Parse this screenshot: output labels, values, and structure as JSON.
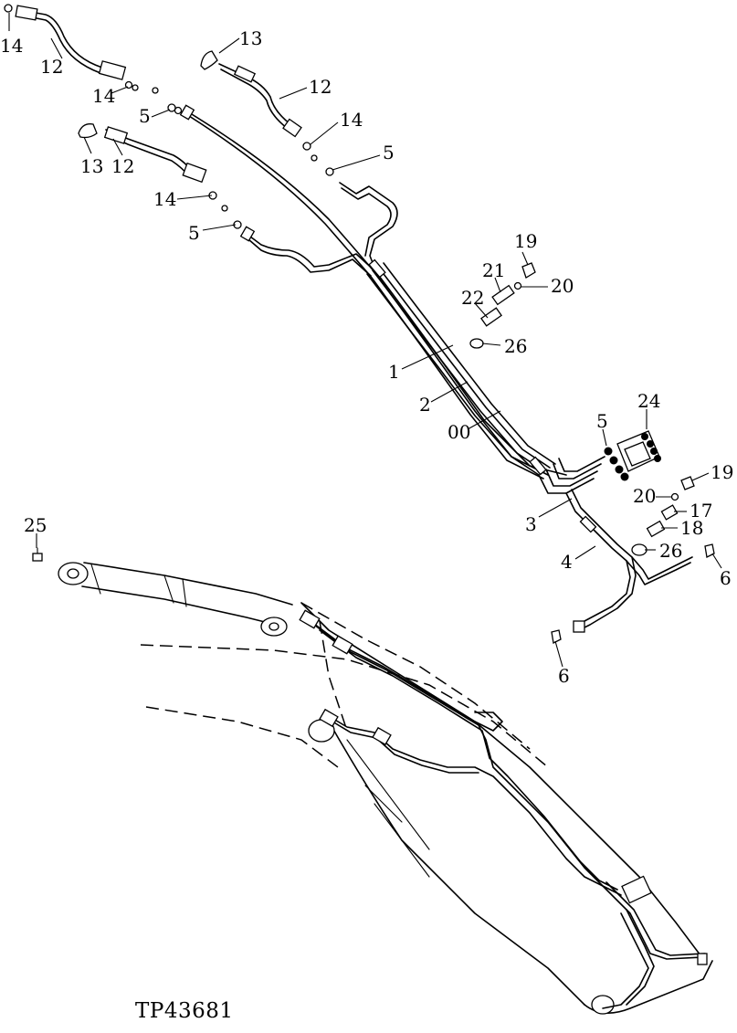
{
  "figure": {
    "id_label": "TP43681",
    "callouts": [
      {
        "text": "14"
      },
      {
        "text": "12"
      },
      {
        "text": "14"
      },
      {
        "text": "5"
      },
      {
        "text": "13"
      },
      {
        "text": "12"
      },
      {
        "text": "13"
      },
      {
        "text": "12"
      },
      {
        "text": "14"
      },
      {
        "text": "5"
      },
      {
        "text": "14"
      },
      {
        "text": "5"
      },
      {
        "text": "19"
      },
      {
        "text": "21"
      },
      {
        "text": "20"
      },
      {
        "text": "22"
      },
      {
        "text": "26"
      },
      {
        "text": "1"
      },
      {
        "text": "2"
      },
      {
        "text": "00"
      },
      {
        "text": "24"
      },
      {
        "text": "5"
      },
      {
        "text": "19"
      },
      {
        "text": "20"
      },
      {
        "text": "17"
      },
      {
        "text": "3"
      },
      {
        "text": "18"
      },
      {
        "text": "4"
      },
      {
        "text": "26"
      },
      {
        "text": "6"
      },
      {
        "text": "6"
      },
      {
        "text": "25"
      }
    ]
  }
}
